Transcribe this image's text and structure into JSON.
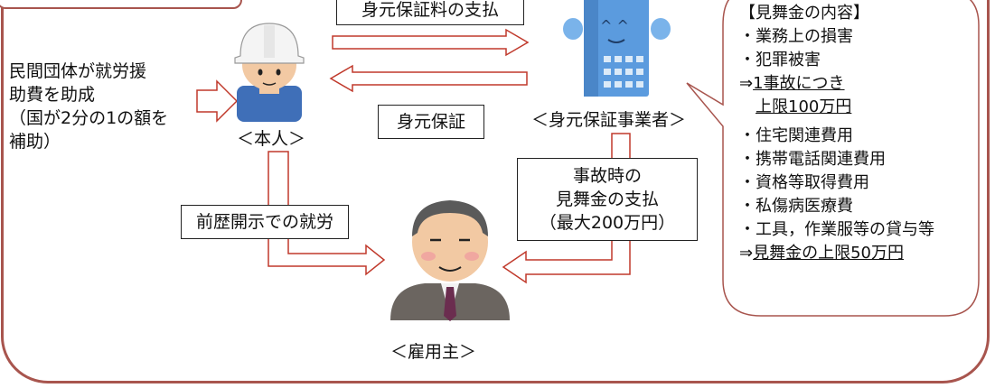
{
  "colors": {
    "frame": "#a8554e",
    "arrow": "#c0392b",
    "building": "#4a90d9"
  },
  "labels": {
    "fee_payment": "身元保証料の支払",
    "guarantee": "身元保証",
    "employment": "前歴開示での就労",
    "accident_payment": [
      "事故時の",
      "見舞金の支払",
      "（最大200万円）"
    ],
    "subsidy": [
      "民間団体が就労援",
      "助費を助成",
      "（国が2分の1の額を",
      "補助）"
    ]
  },
  "captions": {
    "person": "＜本人＞",
    "guarantor": "＜身元保証事業者＞",
    "employer": "＜雇用主＞"
  },
  "callout": {
    "title": "【見舞金の内容】",
    "items": [
      "・業務上の損害",
      "・犯罪被害",
      "⇒1事故につき",
      "上限100万円",
      "・住宅関連費用",
      "・携帯電話関連費用",
      "・資格等取得費用",
      "・私傷病医療費",
      "・工具，作業服等の貸与等",
      "⇒見舞金の上限50万円"
    ]
  }
}
